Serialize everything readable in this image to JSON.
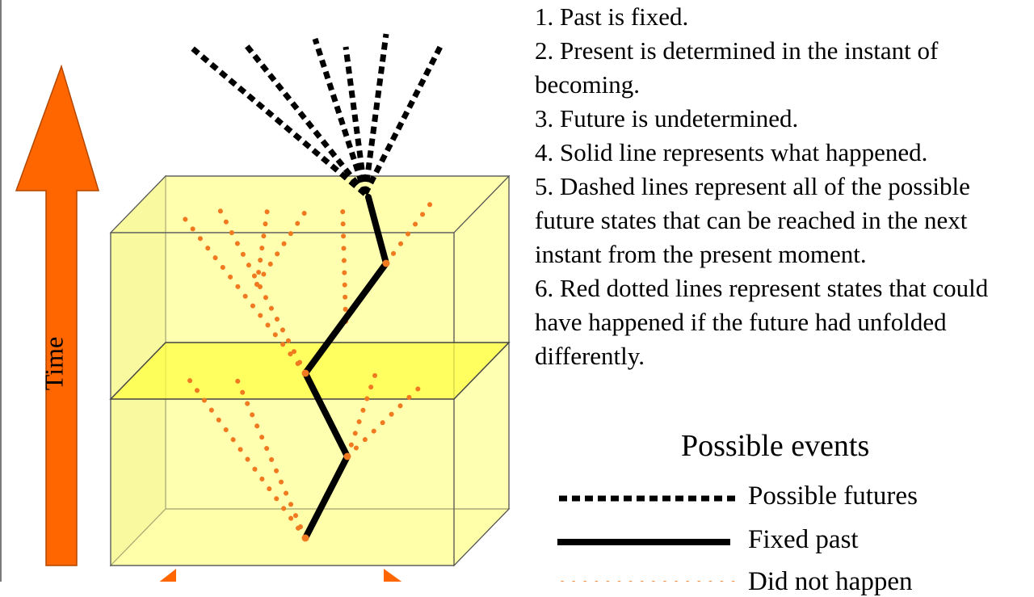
{
  "notes": [
    "1. Past is fixed.",
    "2. Present is determined in the instant of becoming.",
    "3. Future is undetermined.",
    "4. Solid line represents what happened.",
    "5. Dashed lines represent all of the possible future states that can be reached in the next instant from the present moment.",
    "6. Red dotted lines represent states that could have happened if the future had unfolded differently."
  ],
  "axis_label": "Time",
  "legend": {
    "title": "Possible events",
    "items": [
      {
        "label": "Possible futures",
        "style": "dashed",
        "color": "#000000"
      },
      {
        "label": "Fixed past",
        "style": "solid",
        "color": "#000000"
      },
      {
        "label": "Did not happen",
        "style": "dotted",
        "color": "#f07a20"
      }
    ]
  },
  "colors": {
    "arrow": "#ff6600",
    "arrow_outline": "#b34700",
    "box_fill": "#ffff99",
    "present_plane": "#ffff55",
    "fixed_past": "#000000",
    "possible_futures": "#000000",
    "alternatives": "#f07a20"
  }
}
